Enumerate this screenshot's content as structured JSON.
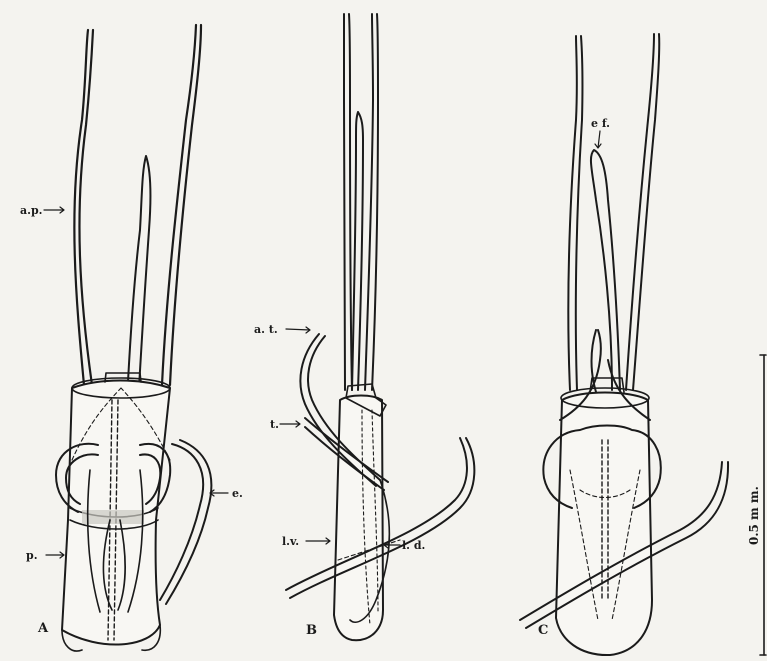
{
  "figures": [
    {
      "letter": "A",
      "labels": {
        "ap": "a.p.",
        "e": "e.",
        "p": "p."
      }
    },
    {
      "letter": "B",
      "labels": {
        "at": "a. t.",
        "t": "t.",
        "lv": "l.v.",
        "ld": "l. d."
      }
    },
    {
      "letter": "C",
      "labels": {
        "ef": "e f."
      }
    }
  ],
  "scale": {
    "label": "0.5 m m."
  },
  "colors": {
    "ink": "#1b1b1b",
    "paper": "#f4f3ef"
  }
}
